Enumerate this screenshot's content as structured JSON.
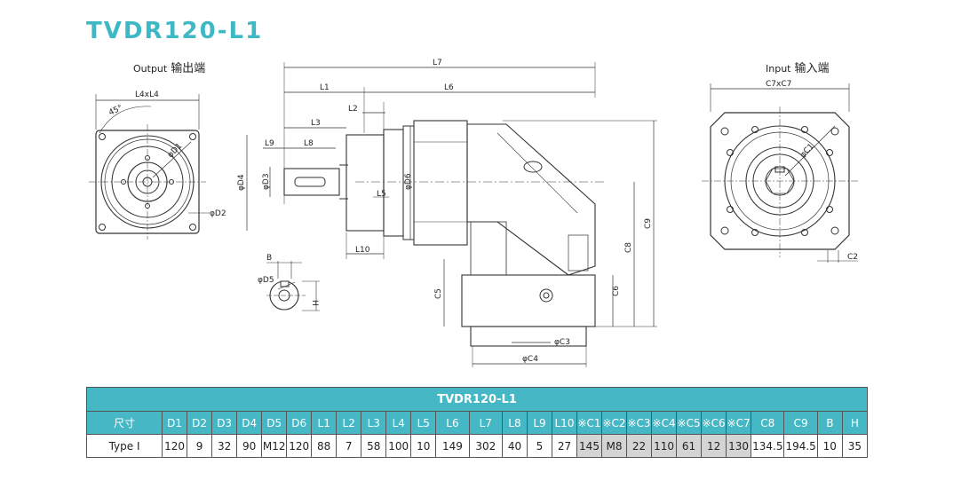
{
  "title": "TVDR120-L1",
  "output_label": {
    "en": "Output",
    "cn": "输出端"
  },
  "input_label": {
    "en": "Input",
    "cn": "输入端"
  },
  "dims": {
    "l7": "L7",
    "l1": "L1",
    "l6": "L6",
    "l2": "L2",
    "l3": "L3",
    "l9": "L9",
    "l8": "L8",
    "l5": "L5",
    "l10": "L10",
    "d4": "φD4",
    "d3": "φD3",
    "d6": "φD6",
    "c8": "C8",
    "c9": "C9",
    "c5": "C5",
    "c6": "C6",
    "c3": "φC3",
    "c4": "φC4",
    "l4xl4": "L4xL4",
    "angle": "45°",
    "d1": "φD1",
    "d2": "φD2",
    "b": "B",
    "h": "H",
    "d5": "φD5",
    "c7xc7": "C7xC7",
    "c1": "φC1",
    "c2": "C2"
  },
  "table": {
    "title": "TVDR120-L1",
    "headers": [
      "尺寸",
      "D1",
      "D2",
      "D3",
      "D4",
      "D5",
      "D6",
      "L1",
      "L2",
      "L3",
      "L4",
      "L5",
      "L6",
      "L7",
      "L8",
      "L9",
      "L10",
      "※C1",
      "※C2",
      "※C3",
      "※C4",
      "※C5",
      "※C6",
      "※C7",
      "C8",
      "C9",
      "B",
      "H"
    ],
    "row": [
      "Type Ⅰ",
      "120",
      "9",
      "32",
      "90",
      "M12",
      "120",
      "88",
      "7",
      "58",
      "100",
      "10",
      "149",
      "302",
      "40",
      "5",
      "27",
      "145",
      "M8",
      "22",
      "110",
      "61",
      "12",
      "130",
      "134.5",
      "194.5",
      "10",
      "35"
    ],
    "shaded_columns": [
      17,
      18,
      19,
      20,
      21,
      22,
      23
    ]
  }
}
